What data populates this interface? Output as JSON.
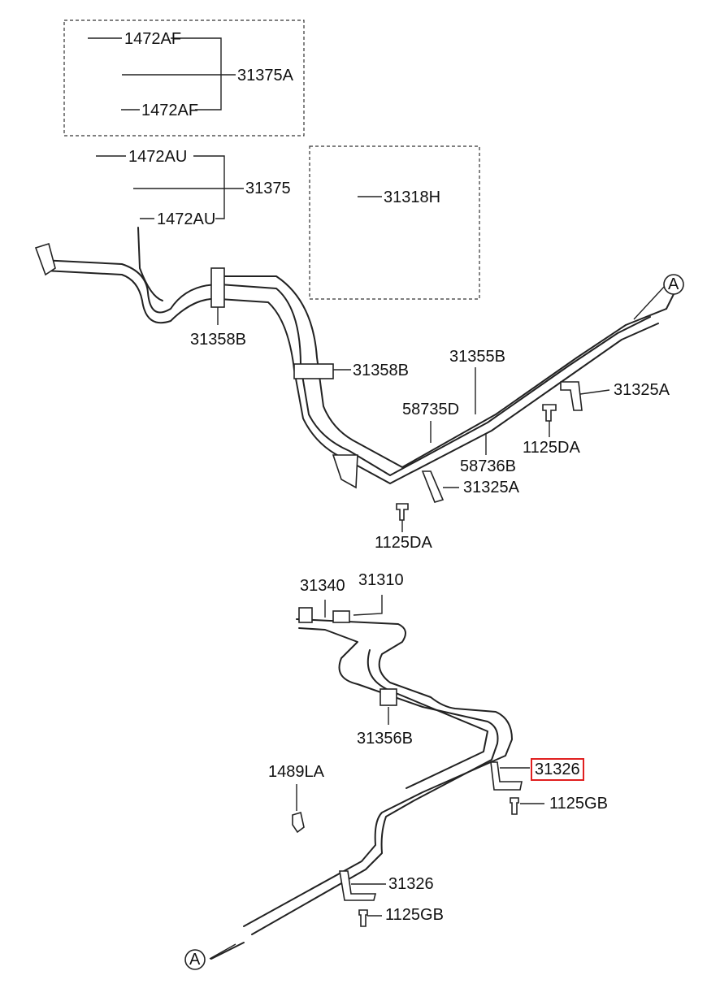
{
  "diagram": {
    "highlight_color": "#e02020",
    "labels": {
      "p_1472af_top": "1472AF",
      "p_31375a": "31375A",
      "p_1472af_bottom": "1472AF",
      "p_1472au_top": "1472AU",
      "p_31375": "31375",
      "p_1472au_bottom": "1472AU",
      "p_31318h": "31318H",
      "p_a_top": "A",
      "p_31358b_left": "31358B",
      "p_31358b_mid": "31358B",
      "p_31355b": "31355B",
      "p_31325a_right": "31325A",
      "p_58735d": "58735D",
      "p_1125da_right": "1125DA",
      "p_58736b": "58736B",
      "p_31325a_lower": "31325A",
      "p_1125da_lower": "1125DA",
      "p_31340": "31340",
      "p_31310": "31310",
      "p_31356b": "31356B",
      "p_1489la": "1489LA",
      "p_31326_highlight": "31326",
      "p_1125gb_upper": "1125GB",
      "p_31326_lower": "31326",
      "p_1125gb_lower": "1125GB",
      "p_a_bottom": "A"
    }
  }
}
